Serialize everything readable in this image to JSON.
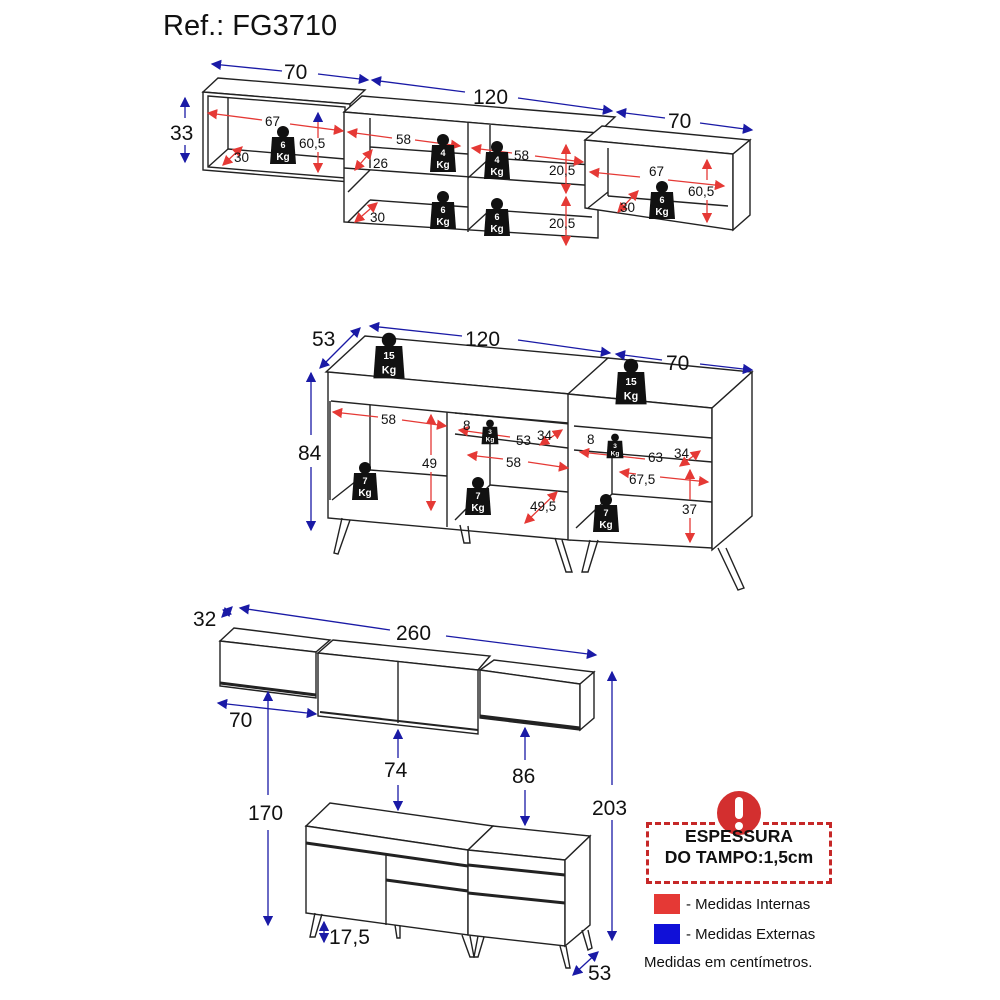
{
  "title": "Ref.: FG3710",
  "colors": {
    "internal": "#e53935",
    "external": "#1a1aa6",
    "outline": "#222222",
    "warning": "#d32f2f"
  },
  "upper_cabinets": {
    "left": {
      "width": "70",
      "height": "33",
      "inner_width": "67",
      "inner_height": "60,5",
      "depth": "30",
      "load": "6",
      "unit": "Kg"
    },
    "center": {
      "width": "120",
      "inner_width_left": "58",
      "inner_width_right": "58",
      "depth_top": "26",
      "depth_bottom": "30",
      "shelf_height_top": "20,5",
      "shelf_height_bottom": "20,5",
      "load_top_left": "4",
      "load_top_right": "4",
      "load_bottom_left": "6",
      "load_bottom_right": "6",
      "unit": "Kg"
    },
    "right": {
      "width": "70",
      "inner_width": "67",
      "inner_height": "60,5",
      "depth": "30",
      "load": "6",
      "unit": "Kg"
    }
  },
  "lower_cabinets": {
    "depth": "53",
    "height": "84",
    "left": {
      "width": "120",
      "top_load": "15",
      "inner_width_left": "58",
      "inner_height_left": "49",
      "drawer_height": "8",
      "drawer_load": "3",
      "drawer_width": "53",
      "drawer_depth": "34",
      "inner_width_right": "58",
      "inner_depth": "49,5",
      "load_left": "7",
      "load_right": "7",
      "unit": "Kg"
    },
    "right": {
      "width": "70",
      "top_load": "15",
      "drawer_height": "8",
      "drawer_load": "3",
      "drawer_width": "63",
      "drawer_depth": "34",
      "inner_width": "67,5",
      "inner_height": "37",
      "load": "7",
      "unit": "Kg"
    }
  },
  "assembly": {
    "upper_depth": "32",
    "total_width": "260",
    "side_width": "70",
    "gap_center": "74",
    "gap_right": "86",
    "upper_height_from_floor": "170",
    "total_height": "203",
    "leg_height": "17,5",
    "lower_depth": "53"
  },
  "legend": {
    "warning_line1": "ESPESSURA",
    "warning_line2": "DO TAMPO:1,5cm",
    "internal_label": "- Medidas Internas",
    "external_label": "- Medidas Externas",
    "units_note": "Medidas em centímetros."
  }
}
